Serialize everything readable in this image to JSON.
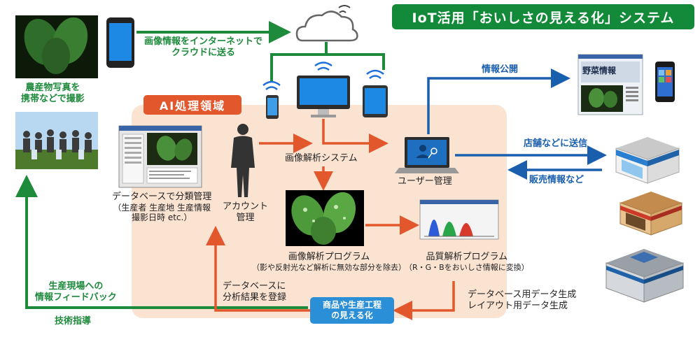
{
  "title": "IoT活用「おいしさの見える化」システム",
  "ai_region_label": "AI処理領域",
  "labels": {
    "upload": [
      "画像情報をインターネットで",
      "クラウドに送る"
    ],
    "photo_capture": [
      "農産物写真を",
      "携帯などで撮影"
    ],
    "database": [
      "データベースで分類管理",
      "（生産者 生産地 生産情報",
      "撮影日時 etc.）"
    ],
    "account": [
      "アカウント",
      "管理"
    ],
    "image_system": "画像解析システム",
    "user_management": "ユーザー管理",
    "info_publish": "情報公開",
    "send_to_stores": "店舗などに送信",
    "sales_info": "販売情報など",
    "image_program": [
      "画像解析プログラム",
      "（影や反射光など解析に無効な部分を除去）"
    ],
    "quality_program": [
      "品質解析プログラム",
      "（R・G・Bをおいしさ情報に変換）"
    ],
    "register_results": [
      "データベースに",
      "分析結果を登録"
    ],
    "visualize": [
      "商品や生産工程",
      "の見える化"
    ],
    "data_generation": [
      "データベース用データ生成",
      "レイアウト用データ生成"
    ],
    "feedback": [
      "生産現場への",
      "情報フィードバック"
    ],
    "tech_guidance": "技術指導",
    "vegetable_info": "野菜情報"
  },
  "colors": {
    "green": "#1e8a3c",
    "orange": "#e3572c",
    "blue": "#1a5fae",
    "ai_region": "#fbe3d2",
    "badge_blue": "#2a8fd6"
  },
  "icons": [
    "cloud-icon",
    "smartphone-icon",
    "wifi-icon",
    "monitor-icon",
    "tablet-icon",
    "laptop-icon",
    "person-icon",
    "store-icon",
    "building-icon"
  ]
}
